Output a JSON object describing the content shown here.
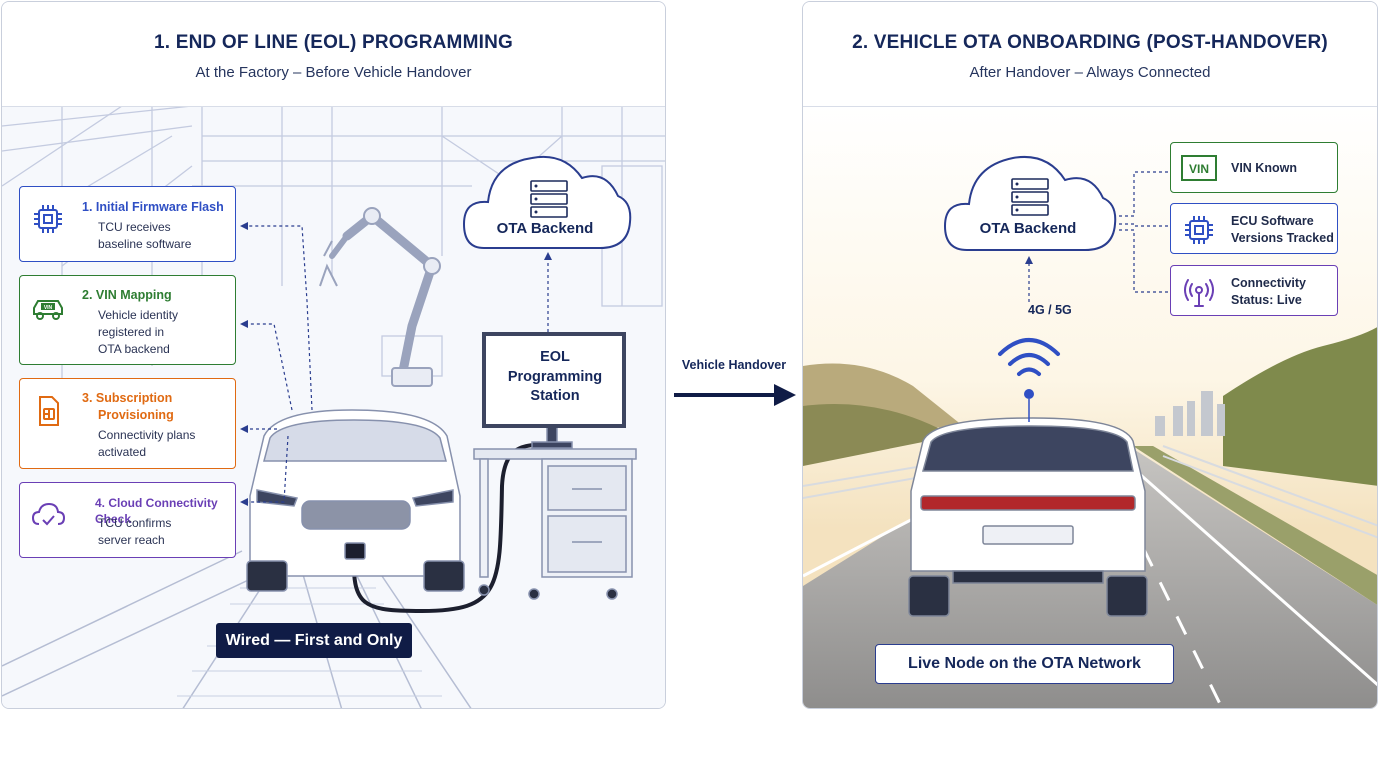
{
  "left": {
    "title": "1. END OF LINE (EOL) PROGRAMMING",
    "subtitle": "At the Factory – Before Vehicle Handover",
    "steps": [
      {
        "title": "1. Initial Firmware Flash",
        "desc": [
          "TCU receives",
          "baseline software"
        ],
        "icon": "chip-icon",
        "color": "#2f4fc4"
      },
      {
        "title": "2. VIN Mapping",
        "desc": [
          "Vehicle identity",
          "registered in",
          "OTA backend"
        ],
        "icon": "vin-car-icon",
        "color": "#2e7d32"
      },
      {
        "title": "3. Subscription",
        "title2": "Provisioning",
        "desc": [
          "Connectivity plans",
          "activated"
        ],
        "icon": "sim-card-icon",
        "color": "#e06a12"
      },
      {
        "title": "4. Cloud Connectivity Check",
        "desc": [
          "TCU confirms",
          "server reach"
        ],
        "icon": "cloud-check-icon",
        "color": "#6a3fb5"
      }
    ],
    "cloud_label": "OTA Backend",
    "station_lines": [
      "EOL",
      "Programming",
      "Station"
    ],
    "wired_label": "Wired — First and Only"
  },
  "handover": {
    "label": "Vehicle Handover"
  },
  "right": {
    "title": "2. VEHICLE OTA ONBOARDING (POST-HANDOVER)",
    "subtitle": "After Handover – Always Connected",
    "cloud_label": "OTA Backend",
    "network_label": "4G / 5G",
    "vin_badge": "VIN",
    "info": [
      {
        "lines": [
          "VIN Known"
        ],
        "icon": "vin-badge-icon",
        "color": "#2e7d32"
      },
      {
        "lines": [
          "ECU Software",
          "Versions Tracked"
        ],
        "icon": "chip-icon",
        "color": "#2f4fc4"
      },
      {
        "lines": [
          "Connectivity",
          "Status: Live"
        ],
        "icon": "antenna-icon",
        "color": "#6a3fb5"
      }
    ],
    "live_label": "Live Node on the OTA Network"
  },
  "colors": {
    "navy": "#15275a",
    "dark_badge": "#101c46",
    "blue": "#2f4fc4",
    "green": "#2e7d32",
    "orange": "#e06a12",
    "purple": "#6a3fb5"
  }
}
